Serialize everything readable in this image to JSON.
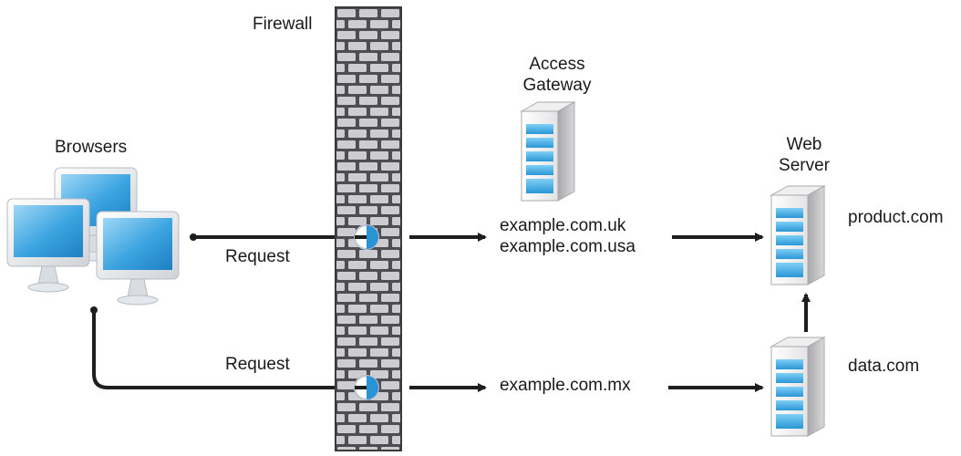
{
  "labels": {
    "firewall": "Firewall",
    "browsers": "Browsers",
    "access_gateway_line1": "Access",
    "access_gateway_line2": "Gateway",
    "web_server_line1": "Web",
    "web_server_line2": "Server",
    "request_top": "Request",
    "request_bottom": "Request",
    "domain_uk": "example.com.uk",
    "domain_usa": "example.com.usa",
    "domain_mx": "example.com.mx",
    "product": "product.com",
    "data": "data.com"
  },
  "colors": {
    "line": "#1e1e1e",
    "firewall_wall": "#4e4e52",
    "firewall_brick": "#cdcdd1",
    "screen_blue": "#3aa3e0",
    "server_light": "#f2f2f2",
    "server_shade": "#c9c9cb"
  },
  "icons": [
    "monitor-icon",
    "server-icon",
    "firewall-wall-icon",
    "arrow-head-icon",
    "port-hole-icon"
  ]
}
